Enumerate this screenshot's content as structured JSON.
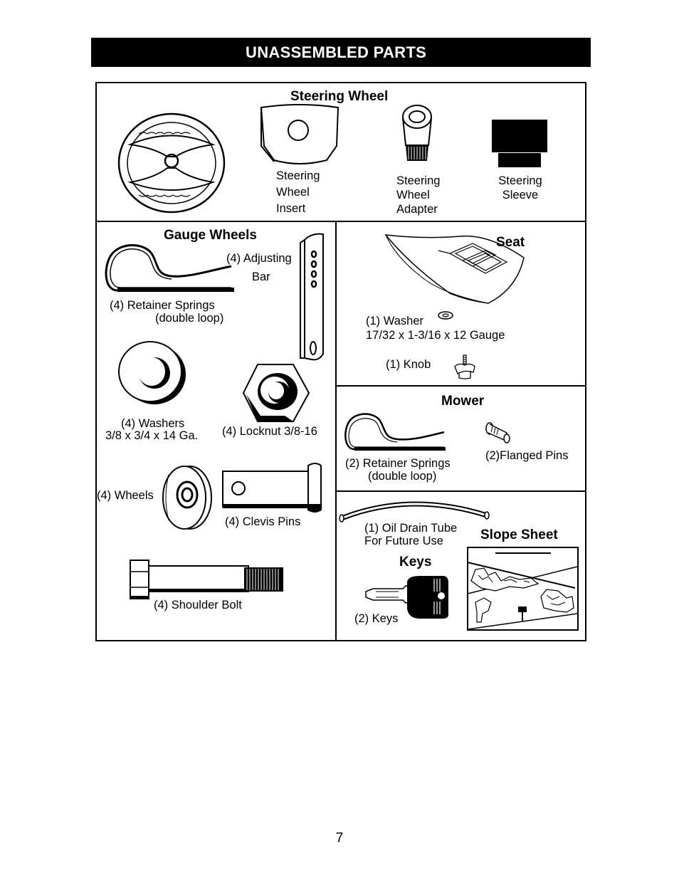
{
  "page_title": "UNASSEMBLED PARTS",
  "page_number": "7",
  "steering": {
    "header": "Steering Wheel",
    "insert_label": [
      "Steering",
      "Wheel",
      "Insert"
    ],
    "adapter_label": [
      "Steering",
      "Wheel",
      "Adapter"
    ],
    "sleeve_label": [
      "Steering",
      "Sleeve"
    ]
  },
  "gauge": {
    "header": "Gauge Wheels",
    "adjusting_bar": [
      "(4) Adjusting",
      "Bar"
    ],
    "retainer": [
      "(4)  Retainer Springs",
      "(double loop)"
    ],
    "washers": [
      "(4) Washers",
      "3/8 x 3/4 x 14 Ga."
    ],
    "locknut": "(4) Locknut  3/8-16",
    "wheels": "(4) Wheels",
    "clevis": "(4) Clevis Pins",
    "shoulder_bolt": "(4) Shoulder Bolt"
  },
  "seat": {
    "header": "Seat",
    "washer": [
      "(1) Washer",
      "17/32 x 1-3/16 x 12 Gauge"
    ],
    "knob": "(1) Knob"
  },
  "mower": {
    "header": "Mower",
    "flanged": "(2)Flanged Pins",
    "retainer": [
      "(2)  Retainer Springs",
      "(double loop)"
    ]
  },
  "misc": {
    "oil_tube": [
      "(1) Oil Drain Tube",
      "For Future Use"
    ],
    "slope_header": "Slope Sheet",
    "keys_header": "Keys",
    "keys": "(2) Keys"
  }
}
